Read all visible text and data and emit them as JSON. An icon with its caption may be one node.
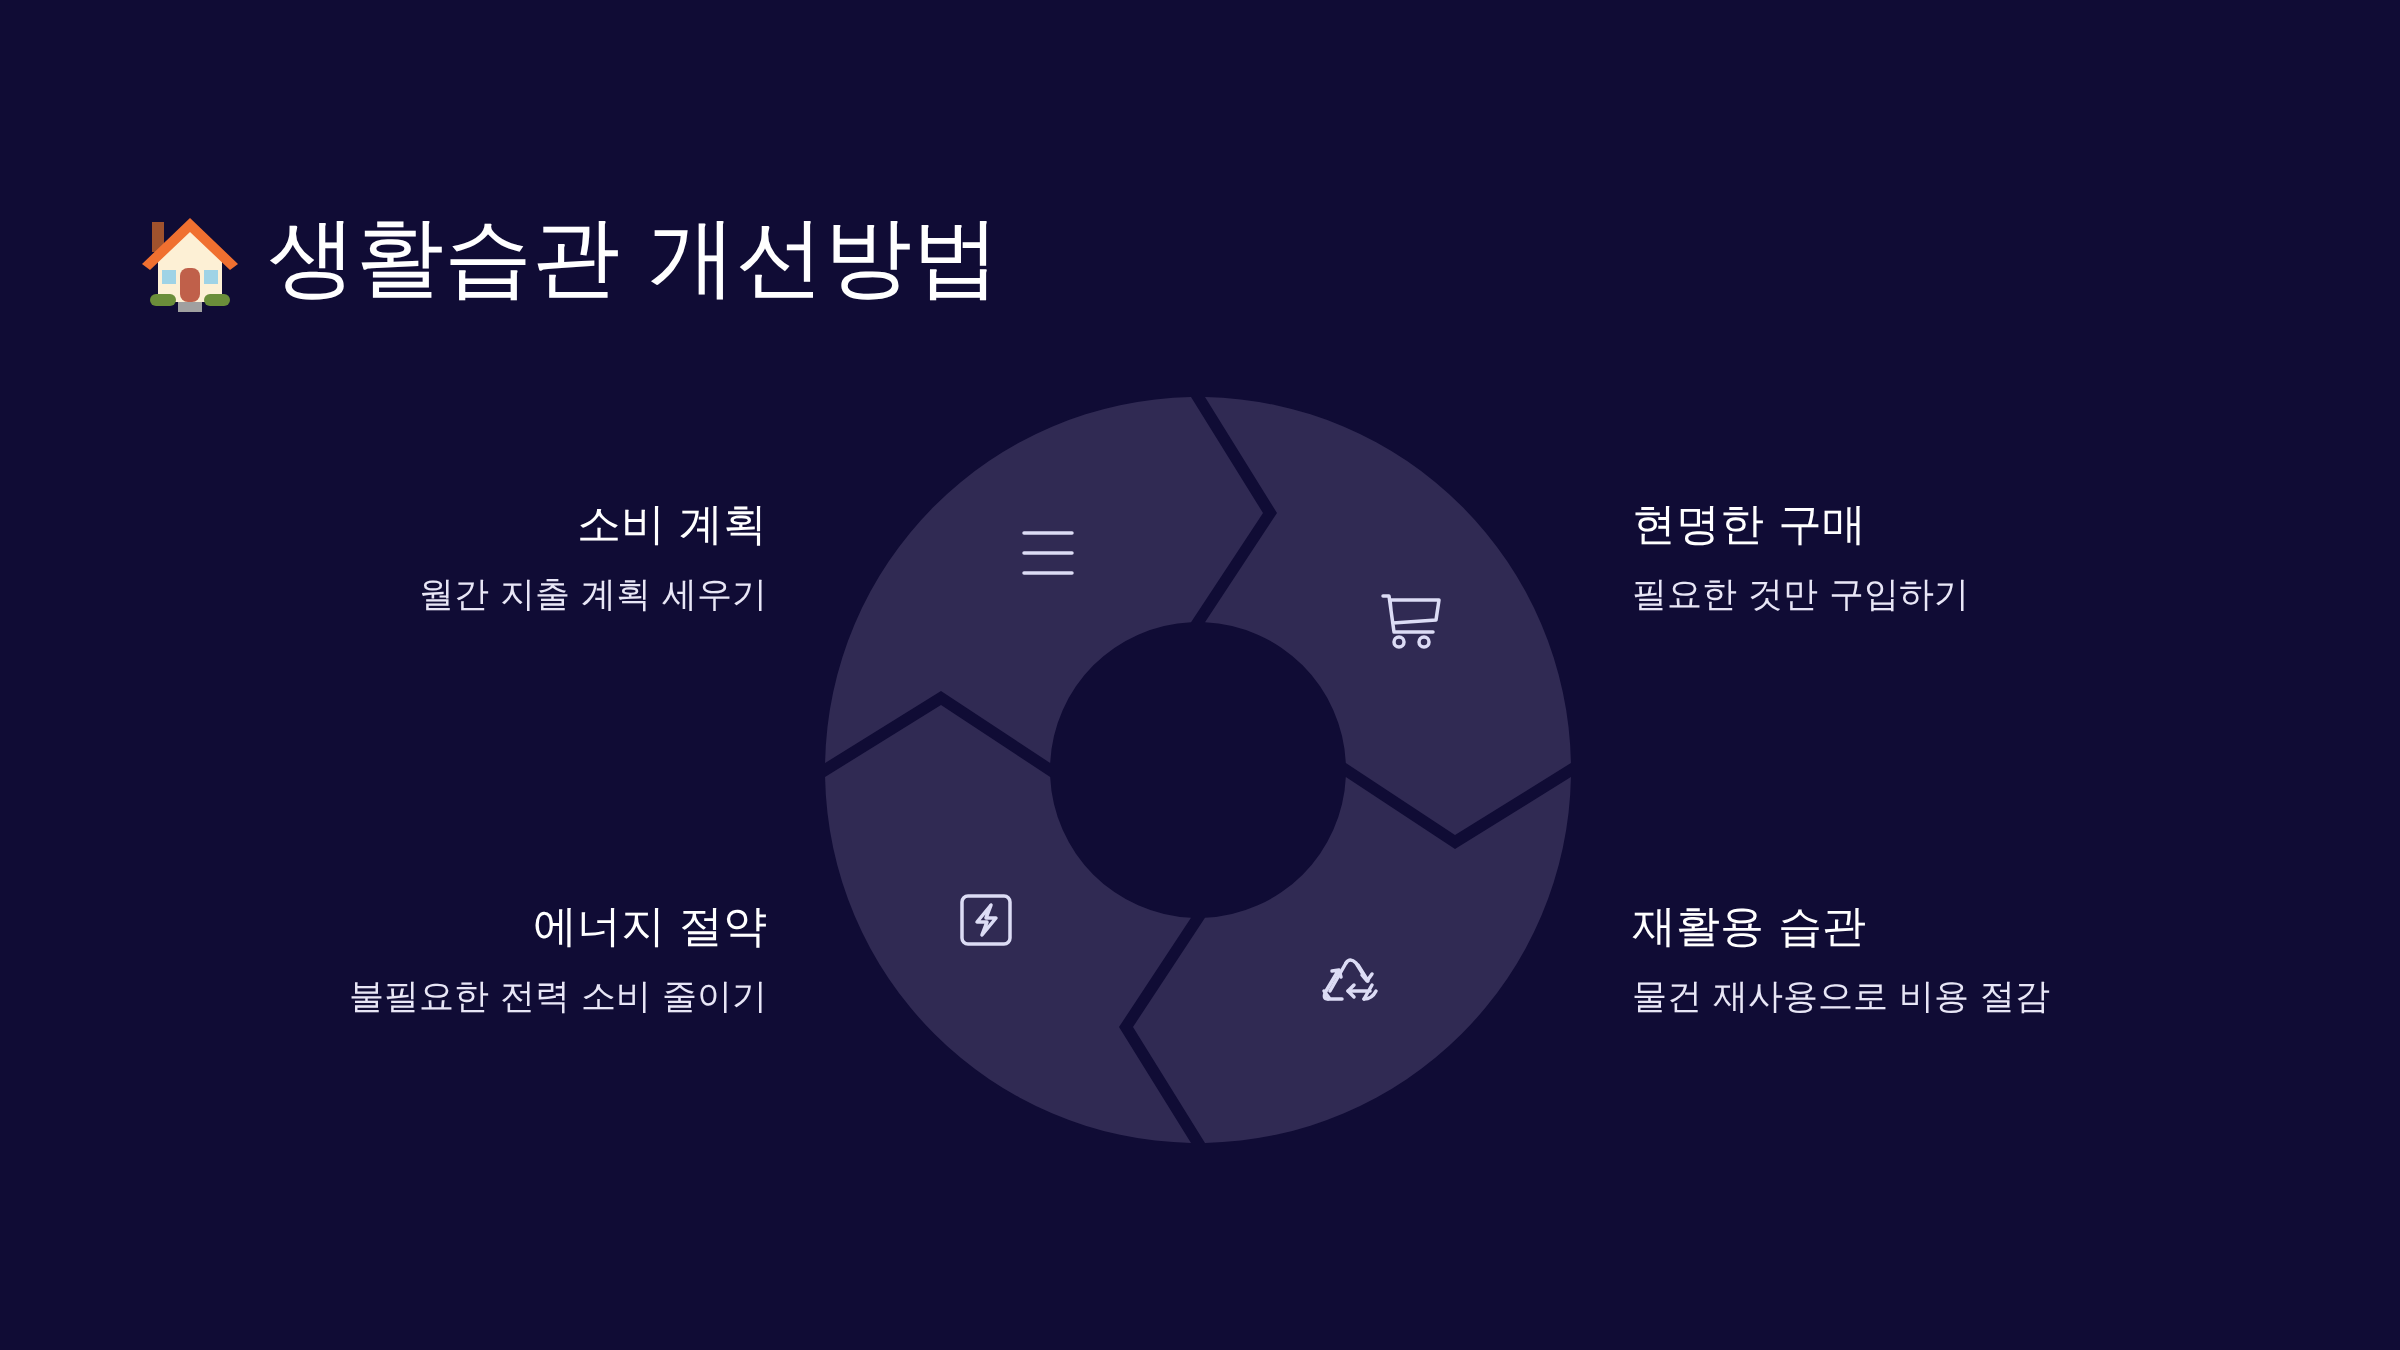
{
  "diagram": {
    "title": "생활습관 개선방법",
    "nodes": [
      {
        "text": [],
        "shape": "segment",
        "beside": [
          "소비 계획",
          "월간 지출 계획 세우기"
        ]
      },
      {
        "text": [],
        "shape": "segment",
        "beside": [
          "현명한 구매",
          "필요한 것만 구입하기"
        ]
      },
      {
        "text": [],
        "shape": "segment",
        "beside": [
          "에너지 절약",
          "불필요한 전력 소비 줄이기"
        ]
      },
      {
        "text": [],
        "shape": "segment",
        "beside": [
          "재활용 습관",
          "물건 재사용으로 비용 절감"
        ]
      }
    ]
  }
}
